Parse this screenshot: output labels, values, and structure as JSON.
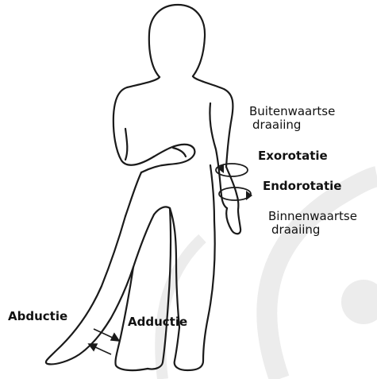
{
  "labels": {
    "outward_rotation": [
      "Buitenwaartse",
      "draaiing"
    ],
    "exorotation": "Exorotatie",
    "endorotation": "Endorotatie",
    "inward_rotation": [
      "Binnenwaartse",
      "draaiing"
    ],
    "abduction": "Abductie",
    "adduction": "Adductie"
  },
  "colors": {
    "line": "#1a1a1a",
    "watermark": "#ececec",
    "text": "#111111"
  }
}
